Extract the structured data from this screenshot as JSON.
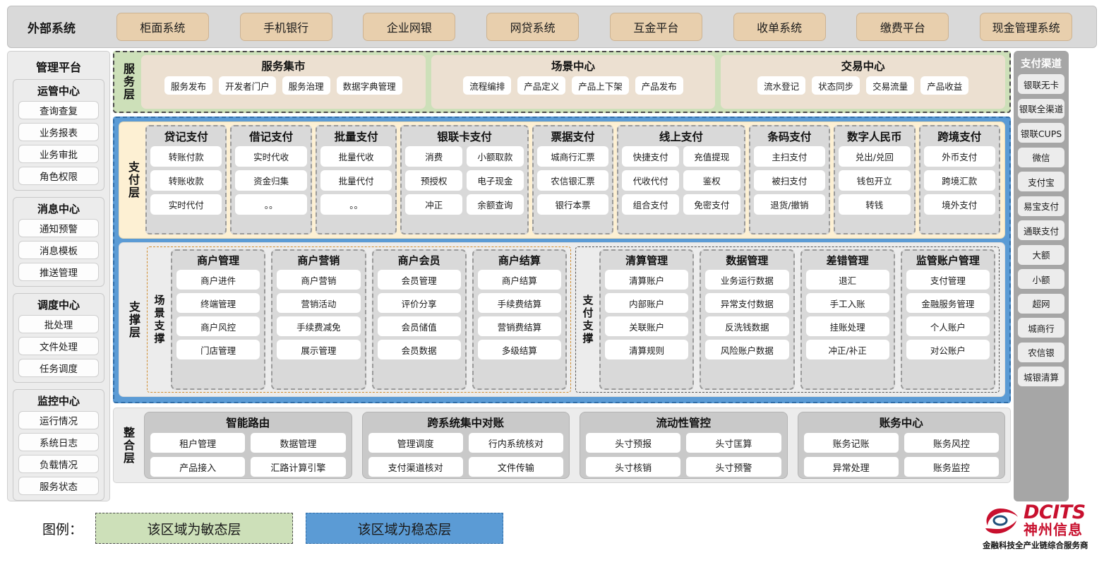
{
  "external_systems": {
    "title": "外部系统",
    "items": [
      "柜面系统",
      "手机银行",
      "企业网银",
      "网贷系统",
      "互金平台",
      "收单系统",
      "缴费平台",
      "现金管理系统"
    ]
  },
  "management_platform": {
    "title": "管理平台",
    "groups": [
      {
        "title": "运管中心",
        "items": [
          "查询查复",
          "业务报表",
          "业务审批",
          "角色权限"
        ]
      },
      {
        "title": "消息中心",
        "items": [
          "通知预警",
          "消息模板",
          "推送管理"
        ]
      },
      {
        "title": "调度中心",
        "items": [
          "批处理",
          "文件处理",
          "任务调度"
        ]
      },
      {
        "title": "监控中心",
        "items": [
          "运行情况",
          "系统日志",
          "负载情况",
          "服务状态"
        ]
      }
    ]
  },
  "payment_channels": {
    "title": "支付渠道",
    "items": [
      "银联无卡",
      "银联全渠道",
      "银联CUPS",
      "微信",
      "支付宝",
      "易宝支付",
      "通联支付",
      "大额",
      "小额",
      "超网",
      "城商行",
      "农信银",
      "城银清算"
    ]
  },
  "service_layer": {
    "label": "服务层",
    "groups": [
      {
        "title": "服务集市",
        "items": [
          "服务发布",
          "开发者门户",
          "服务治理",
          "数据字典管理"
        ]
      },
      {
        "title": "场景中心",
        "items": [
          "流程编排",
          "产品定义",
          "产品上下架",
          "产品发布"
        ]
      },
      {
        "title": "交易中心",
        "items": [
          "流水登记",
          "状态同步",
          "交易流量",
          "产品收益"
        ]
      }
    ]
  },
  "payment_layer": {
    "label": "支付层",
    "groups": [
      {
        "title": "贷记支付",
        "cols": 1,
        "rows": [
          [
            "转账付款"
          ],
          [
            "转账收款"
          ],
          [
            "实时代付"
          ]
        ]
      },
      {
        "title": "借记支付",
        "cols": 1,
        "rows": [
          [
            "实时代收"
          ],
          [
            "资金归集"
          ],
          [
            "。。"
          ]
        ]
      },
      {
        "title": "批量支付",
        "cols": 1,
        "rows": [
          [
            "批量代收"
          ],
          [
            "批量代付"
          ],
          [
            "。。"
          ]
        ]
      },
      {
        "title": "银联卡支付",
        "cols": 2,
        "rows": [
          [
            "消费",
            "小额取款"
          ],
          [
            "预授权",
            "电子现金"
          ],
          [
            "冲正",
            "余额查询"
          ]
        ]
      },
      {
        "title": "票据支付",
        "cols": 1,
        "rows": [
          [
            "城商行汇票"
          ],
          [
            "农信银汇票"
          ],
          [
            "银行本票"
          ]
        ]
      },
      {
        "title": "线上支付",
        "cols": 2,
        "rows": [
          [
            "快捷支付",
            "充值提现"
          ],
          [
            "代收代付",
            "鉴权"
          ],
          [
            "组合支付",
            "免密支付"
          ]
        ]
      },
      {
        "title": "条码支付",
        "cols": 1,
        "rows": [
          [
            "主扫支付"
          ],
          [
            "被扫支付"
          ],
          [
            "退货/撤销"
          ]
        ]
      },
      {
        "title": "数字人民币",
        "cols": 1,
        "rows": [
          [
            "兑出/兑回"
          ],
          [
            "钱包开立"
          ],
          [
            "转钱"
          ]
        ]
      },
      {
        "title": "跨境支付",
        "cols": 1,
        "rows": [
          [
            "外币支付"
          ],
          [
            "跨境汇款"
          ],
          [
            "境外支付"
          ]
        ]
      }
    ]
  },
  "support_layer": {
    "label": "支撑层",
    "scene_support": {
      "label": "场景支撑",
      "groups": [
        {
          "title": "商户管理",
          "items": [
            "商户进件",
            "终端管理",
            "商户风控",
            "门店管理"
          ]
        },
        {
          "title": "商户营销",
          "items": [
            "商户营销",
            "营销活动",
            "手续费减免",
            "展示管理"
          ]
        },
        {
          "title": "商户会员",
          "items": [
            "会员管理",
            "评价分享",
            "会员储值",
            "会员数据"
          ]
        },
        {
          "title": "商户结算",
          "items": [
            "商户结算",
            "手续费结算",
            "营销费结算",
            "多级结算"
          ]
        }
      ]
    },
    "payment_support": {
      "label": "支付支撑",
      "groups": [
        {
          "title": "清算管理",
          "items": [
            "清算账户",
            "内部账户",
            "关联账户",
            "清算规则"
          ]
        },
        {
          "title": "数据管理",
          "items": [
            "业务运行数据",
            "异常支付数据",
            "反洗钱数据",
            "风险账户数据"
          ]
        },
        {
          "title": "差错管理",
          "items": [
            "退汇",
            "手工入账",
            "挂账处理",
            "冲正/补正"
          ]
        },
        {
          "title": "监管账户管理",
          "items": [
            "支付管理",
            "金融服务管理",
            "个人账户",
            "对公账户"
          ]
        }
      ]
    }
  },
  "integration_layer": {
    "label": "整合层",
    "groups": [
      {
        "title": "智能路由",
        "rows": [
          [
            "租户管理",
            "数据管理"
          ],
          [
            "产品接入",
            "汇路计算引擎"
          ]
        ]
      },
      {
        "title": "跨系统集中对账",
        "rows": [
          [
            "管理调度",
            "行内系统核对"
          ],
          [
            "支付渠道核对",
            "文件传输"
          ]
        ]
      },
      {
        "title": "流动性管控",
        "rows": [
          [
            "头寸预报",
            "头寸匡算"
          ],
          [
            "头寸核销",
            "头寸预警"
          ]
        ]
      },
      {
        "title": "账务中心",
        "rows": [
          [
            "账务记账",
            "账务风控"
          ],
          [
            "异常处理",
            "账务监控"
          ]
        ]
      }
    ]
  },
  "legend": {
    "label": "图例：",
    "agile": "该区域为敏态层",
    "stable": "该区域为稳态层",
    "agile_color": "#cde0b9",
    "stable_color": "#5b9bd5"
  },
  "logo": {
    "english": "DCITS",
    "chinese": "神州信息",
    "tagline": "金融科技全产业链综合服务商",
    "brand_color": "#c8102e"
  }
}
